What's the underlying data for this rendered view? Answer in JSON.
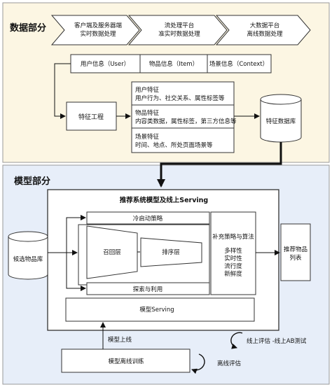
{
  "data_section": {
    "title": "数据部分",
    "chevrons": [
      {
        "line1": "客户端及服务器端",
        "line2": "实时数据处理"
      },
      {
        "line1": "流处理平台",
        "line2": "准实时数据处理"
      },
      {
        "line1": "大数据平台",
        "line2": "离线数据处理"
      }
    ],
    "info_labels": [
      "用户信息（User）",
      "物品信息（Item）",
      "场景信息（Context）"
    ],
    "feature_engineering": "特征工程",
    "features": [
      {
        "title": "用户特征",
        "detail": "用户行为、社交关系、属性标签等"
      },
      {
        "title": "物品特征",
        "detail": "内容类数据，属性标签，第三方信息等"
      },
      {
        "title": "场景特征",
        "detail": "时间、地点、所处页面场景等"
      }
    ],
    "feature_db": "特征数据库"
  },
  "model_section": {
    "title": "模型部分",
    "serving_title": "推荐系统模型及线上Serving",
    "cold_start": "冷启动策略",
    "recall": "召回层",
    "ranking": "排序层",
    "explore": "探索与利用",
    "supplement": {
      "title": "补充策略与算法",
      "items": [
        "多样性",
        "实时性",
        "流行度",
        "新鲜度"
      ]
    },
    "candidates": "候选物品库",
    "recommended": {
      "line1": "推荐物品",
      "line2": "列表"
    },
    "model_serving": "模型Serving",
    "model_online": "模型上线",
    "online_eval": "线上评估 -线上AB测试",
    "offline_training": "模型离线训练",
    "offline_eval": "离线评估"
  },
  "colors": {
    "data_bg": "#fcf6e3",
    "model_bg": "#e7eef9",
    "line": "#111111"
  }
}
